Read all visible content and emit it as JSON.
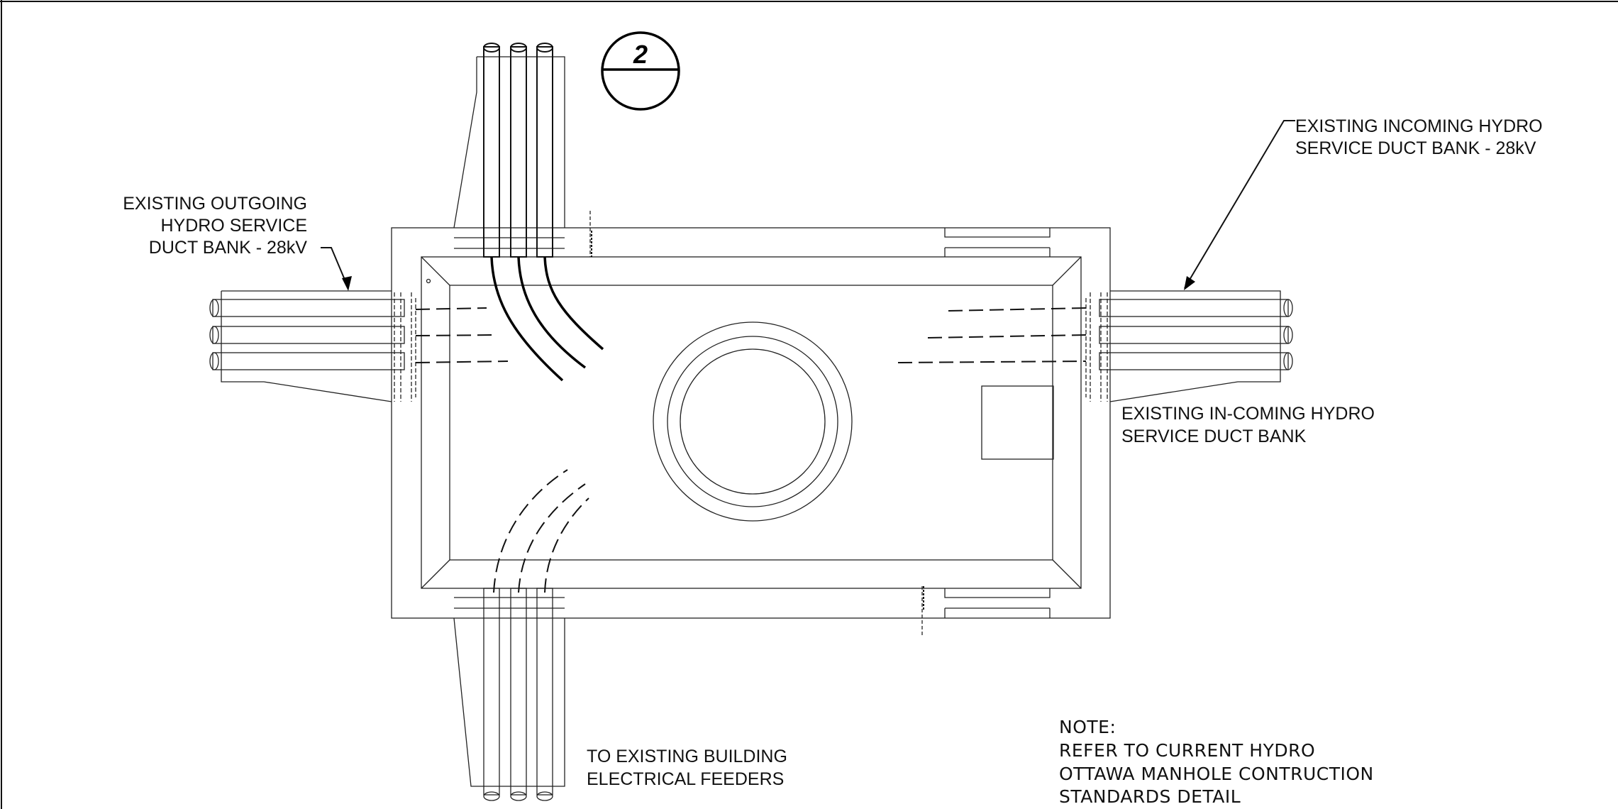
{
  "detail_bubble": {
    "number": "2"
  },
  "labels": {
    "outgoing": [
      "EXISTING OUTGOING",
      "HYDRO SERVICE",
      "DUCT BANK - 28kV"
    ],
    "incoming": [
      "EXISTING INCOMING HYDRO",
      "SERVICE DUCT BANK - 28kV"
    ],
    "in_coming": [
      "EXISTING IN-COMING HYDRO",
      "SERVICE DUCT BANK"
    ],
    "feeders": [
      "TO EXISTING BUILDING",
      "ELECTRICAL FEEDERS"
    ]
  },
  "note": {
    "title": "NOTE:",
    "lines": [
      "REFER TO CURRENT HYDRO",
      "OTTAWA MANHOLE CONTRUCTION",
      "STANDARDS DETAIL"
    ]
  }
}
